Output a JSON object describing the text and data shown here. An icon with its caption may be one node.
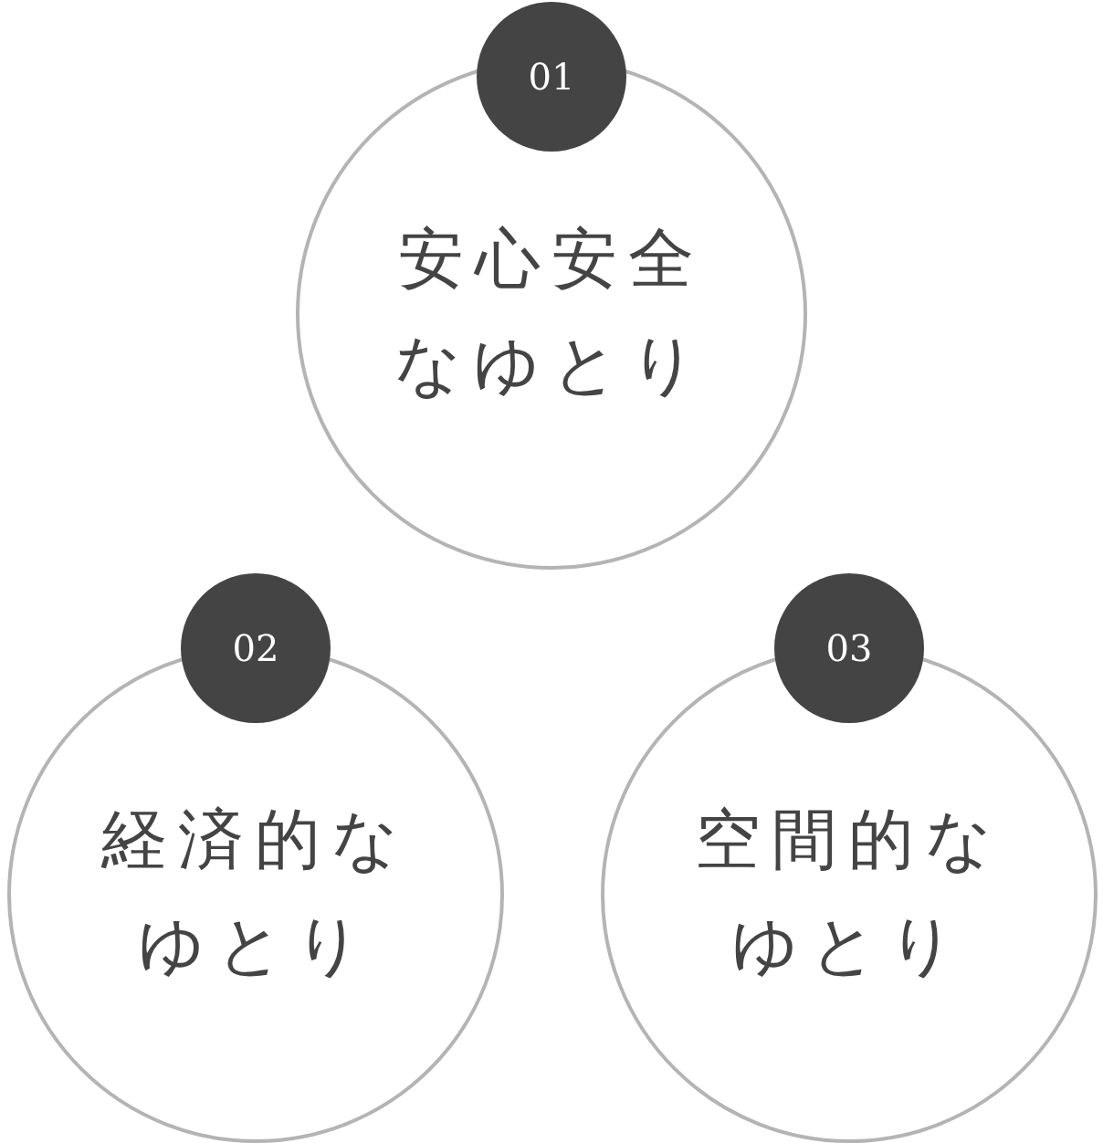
{
  "diagram": {
    "nodes": [
      {
        "text": [
          "01"
        ]
      },
      {
        "text": [
          "安心安全なゆとり"
        ]
      },
      {
        "text": [
          "02"
        ]
      },
      {
        "text": [
          "経済的なゆとり"
        ]
      },
      {
        "text": [
          "03"
        ]
      },
      {
        "text": [
          "空間的なゆとり"
        ]
      }
    ]
  }
}
